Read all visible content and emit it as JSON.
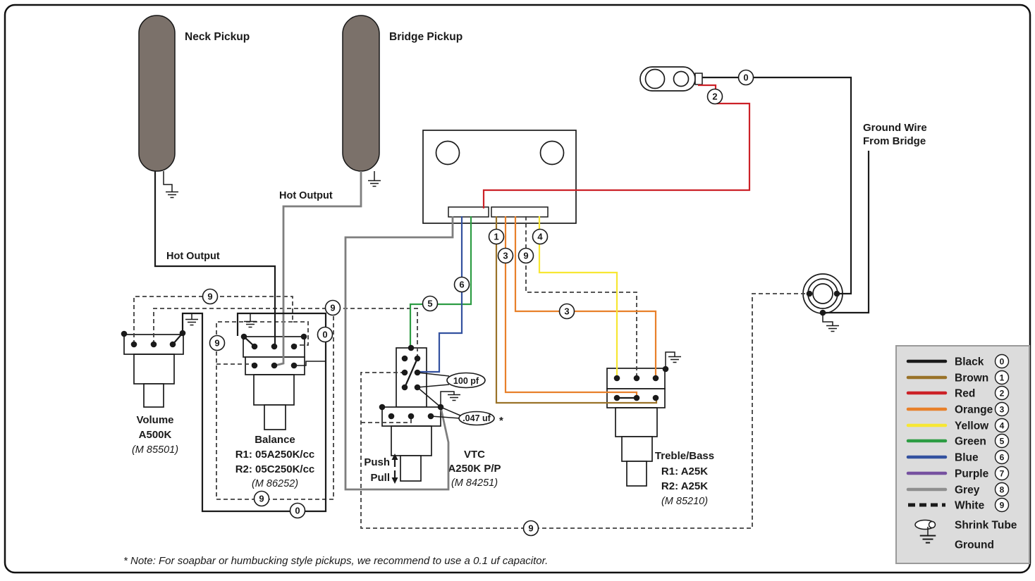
{
  "diagram": {
    "pickups": {
      "neck": "Neck Pickup",
      "bridge": "Bridge Pickup",
      "neck_hot_label": "Hot Output",
      "bridge_hot_label": "Hot Output"
    },
    "ground_wire_from_bridge": {
      "line1": "Ground Wire",
      "line2": "From Bridge"
    },
    "pots": {
      "volume": {
        "name": "Volume",
        "value": "A500K",
        "part": "(M 85501)"
      },
      "balance": {
        "name": "Balance",
        "r1": "R1: 05A250K/cc",
        "r2": "R2: 05C250K/cc",
        "part": "(M 86252)"
      },
      "vtc": {
        "name": "VTC",
        "value": "A250K P/P",
        "part": "(M 84251)",
        "push": "Push",
        "pull": "Pull",
        "cap_treble": "100 pf",
        "cap_tone": ".047 uf",
        "cap_tone_star": "*"
      },
      "treble_bass": {
        "name": "Treble/Bass",
        "r1": "R1: A25K",
        "r2": "R2: A25K",
        "part": "(M 85210)"
      }
    },
    "markers": [
      {
        "code": "0",
        "wire": "black"
      },
      {
        "code": "2",
        "wire": "red"
      },
      {
        "code": "1",
        "wire": "brown"
      },
      {
        "code": "3",
        "wire": "orange"
      },
      {
        "code": "9",
        "wire": "white"
      },
      {
        "code": "4",
        "wire": "yellow"
      },
      {
        "code": "6",
        "wire": "blue"
      },
      {
        "code": "5",
        "wire": "green"
      },
      {
        "code": "3",
        "wire": "orange"
      },
      {
        "code": "9",
        "wire": "white"
      },
      {
        "code": "9",
        "wire": "white"
      },
      {
        "code": "0",
        "wire": "black"
      },
      {
        "code": "9",
        "wire": "white"
      },
      {
        "code": "9",
        "wire": "white"
      },
      {
        "code": "0",
        "wire": "black"
      },
      {
        "code": "9",
        "wire": "white"
      }
    ],
    "legend": {
      "rows": [
        {
          "name": "Black",
          "code": "0",
          "hex": "#1a1a1a",
          "style": "solid"
        },
        {
          "name": "Brown",
          "code": "1",
          "hex": "#9a7228",
          "style": "solid"
        },
        {
          "name": "Red",
          "code": "2",
          "hex": "#cc2127",
          "style": "solid"
        },
        {
          "name": "Orange",
          "code": "3",
          "hex": "#e8802a",
          "style": "solid"
        },
        {
          "name": "Yellow",
          "code": "4",
          "hex": "#f7e733",
          "style": "solid"
        },
        {
          "name": "Green",
          "code": "5",
          "hex": "#2d9c43",
          "style": "solid"
        },
        {
          "name": "Blue",
          "code": "6",
          "hex": "#33519f",
          "style": "solid"
        },
        {
          "name": "Purple",
          "code": "7",
          "hex": "#7651a0",
          "style": "solid"
        },
        {
          "name": "Grey",
          "code": "8",
          "hex": "#8f8f8f",
          "style": "solid"
        },
        {
          "name": "White",
          "code": "9",
          "hex": "#1a1a1a",
          "style": "dashed"
        }
      ],
      "shrink_tube": "Shrink Tube",
      "ground": "Ground"
    },
    "footnote": "* Note: For soapbar or humbucking style pickups, we recommend to use a 0.1 uf capacitor."
  }
}
